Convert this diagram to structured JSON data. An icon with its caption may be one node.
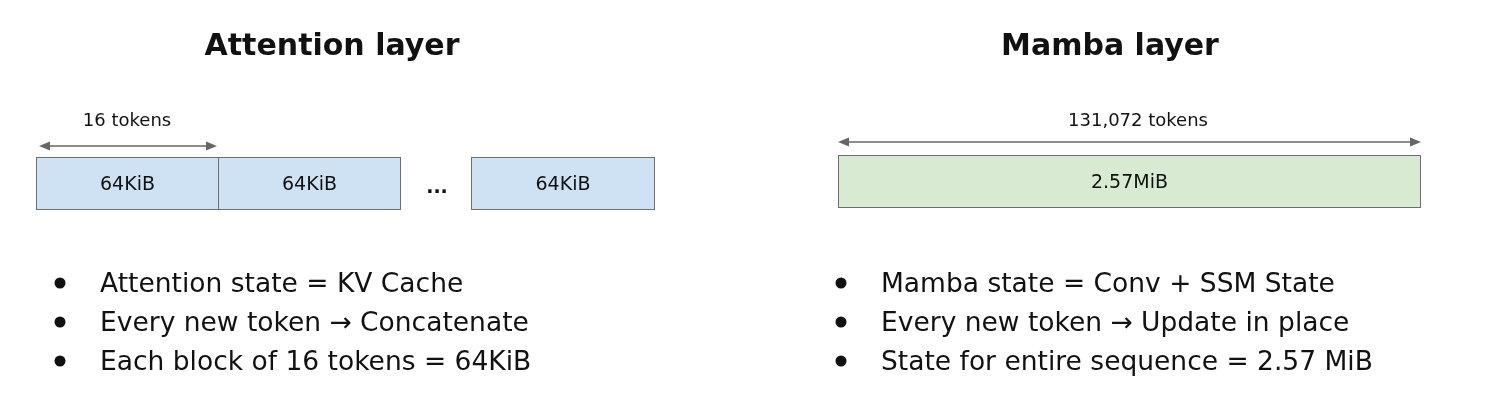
{
  "diagram": {
    "nodes": [
      {
        "text": [
          "64KiB"
        ]
      },
      {
        "text": [
          "64KiB"
        ]
      },
      {
        "text": [
          "64KiB"
        ]
      },
      {
        "text": [
          "2.57MiB"
        ]
      }
    ],
    "labels": [
      "Attention layer",
      "16 tokens",
      "...",
      "Attention state = KV Cache",
      "Every new token → Concatenate",
      "Each block of 16 tokens = 64KiB",
      "Mamba layer",
      "131,072 tokens",
      "Mamba state = Conv + SSM State",
      "Every new token → Update in place",
      "State for entire sequence = 2.57 MiB"
    ]
  }
}
